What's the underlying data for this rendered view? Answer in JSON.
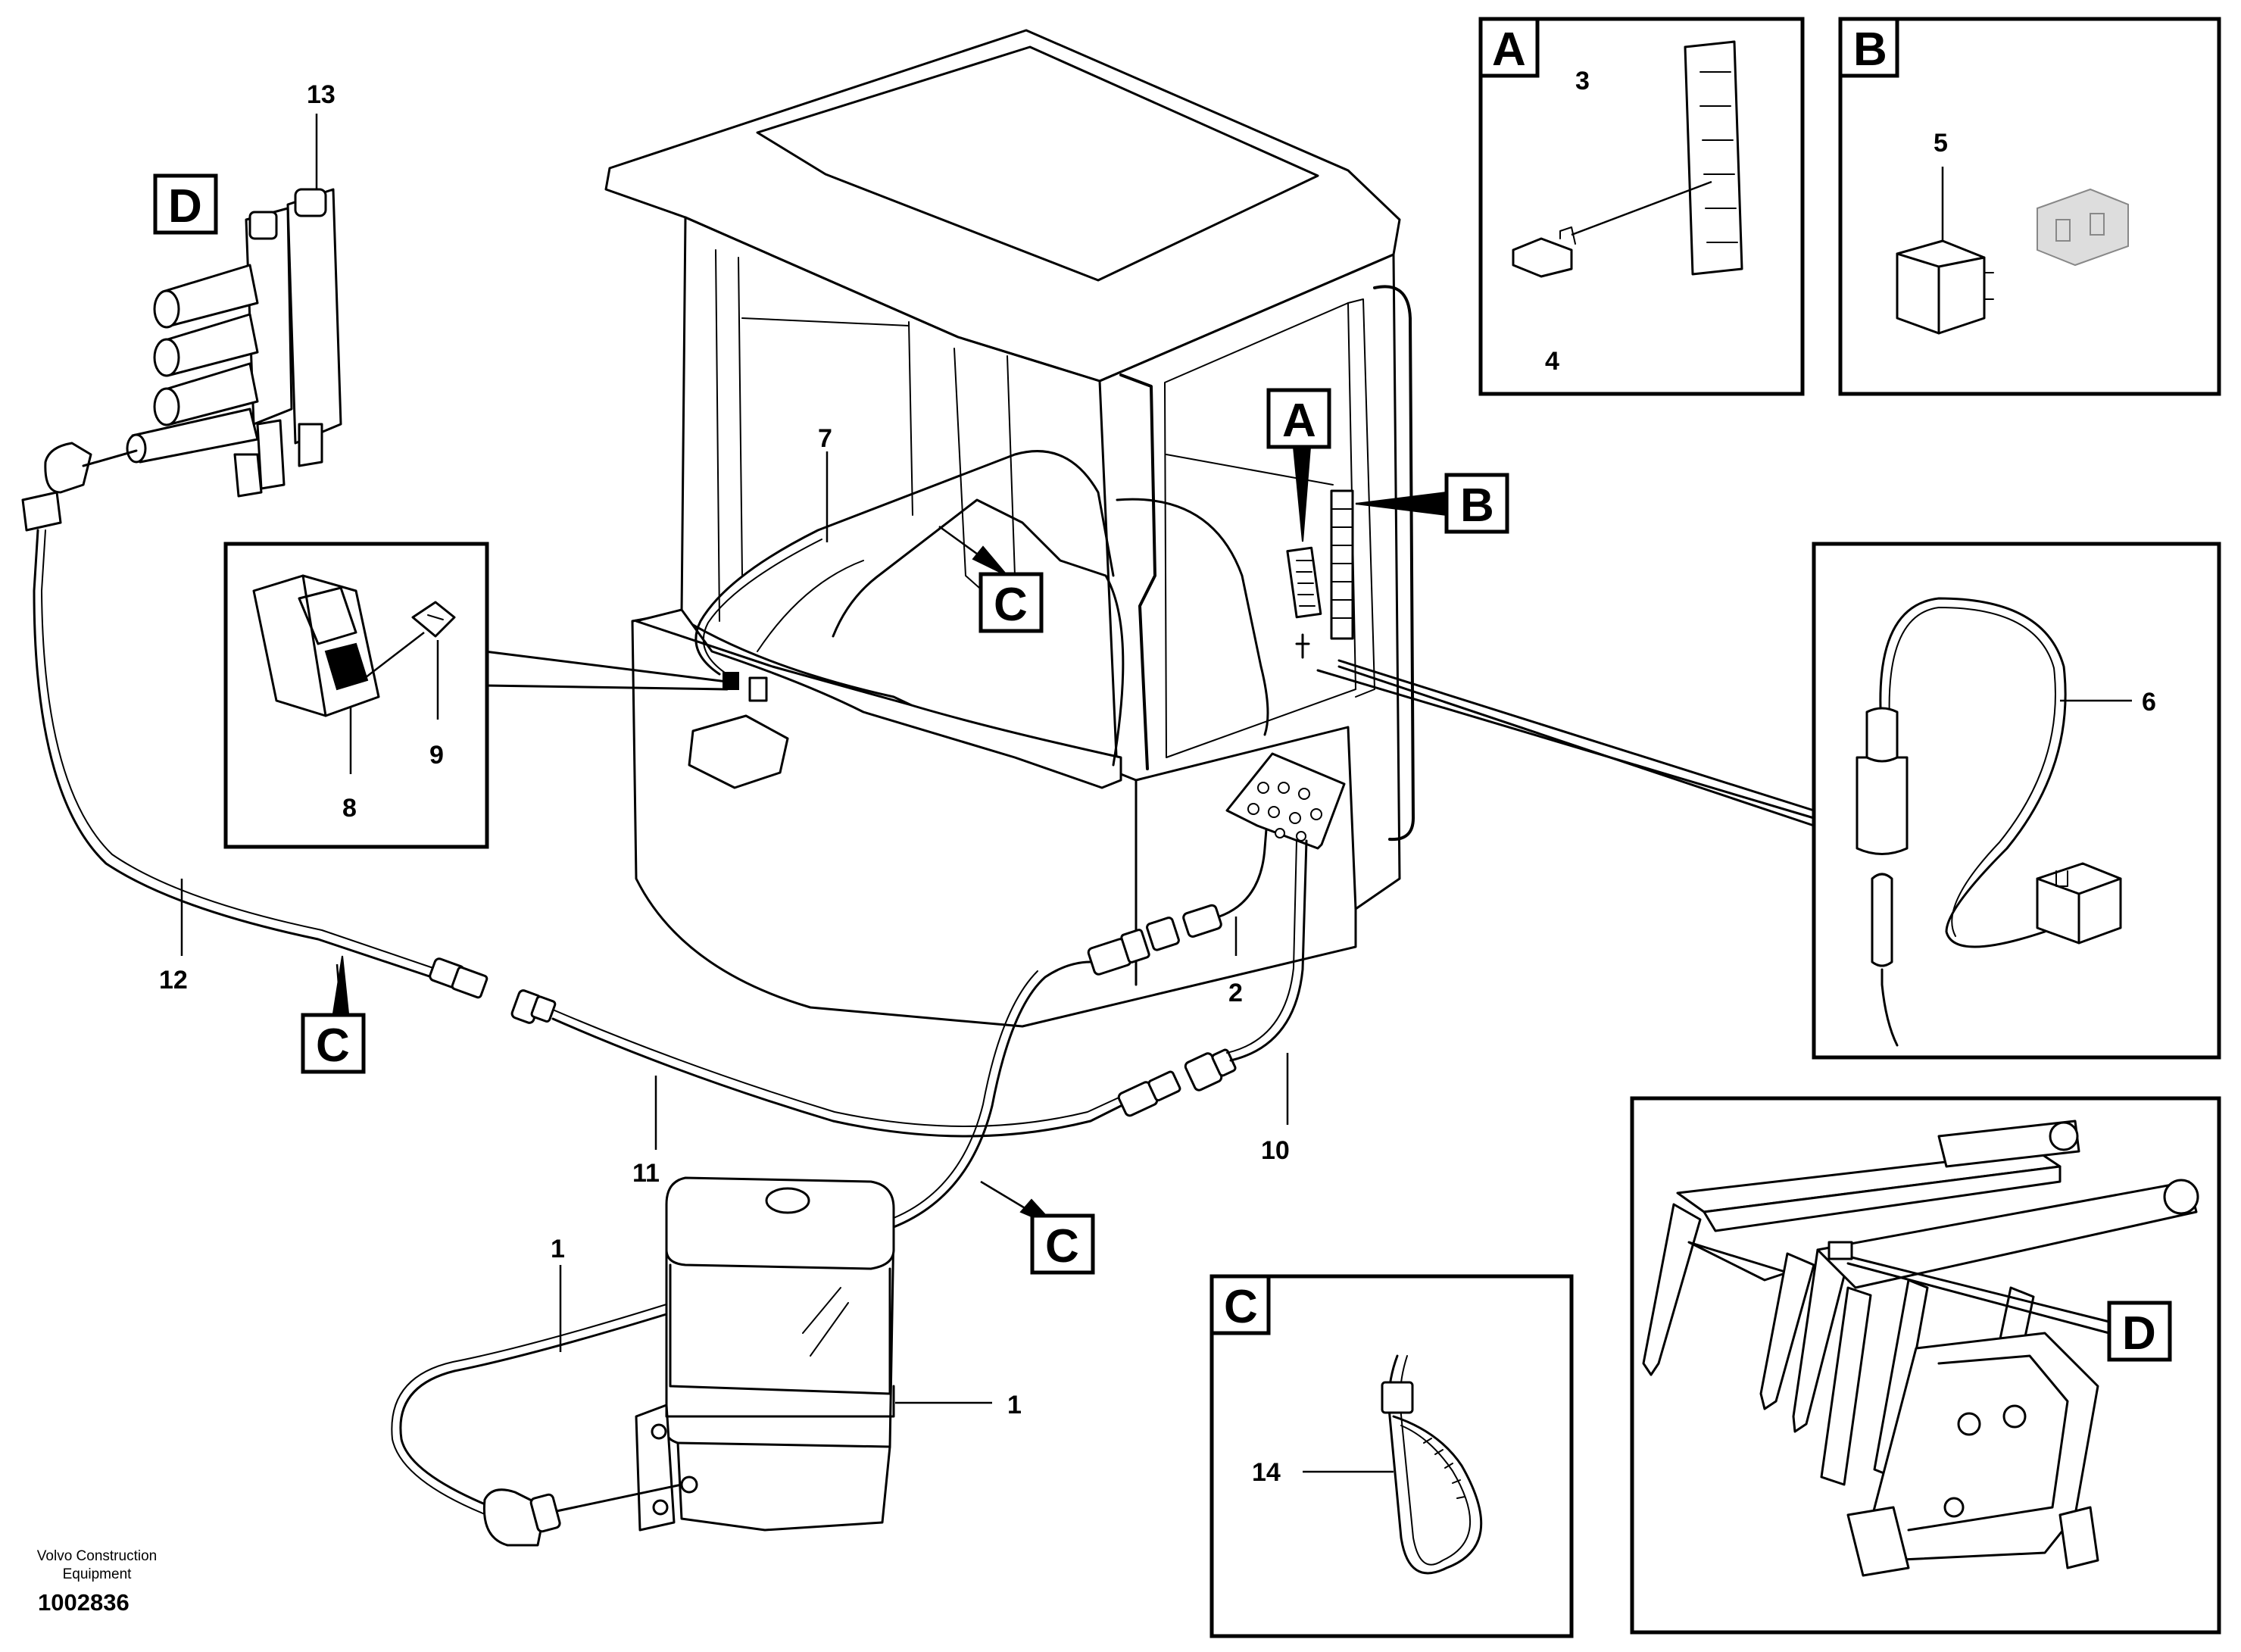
{
  "callouts": {
    "n1": "1",
    "n1b": "1",
    "n2": "2",
    "n3": "3",
    "n4": "4",
    "n5": "5",
    "n6": "6",
    "n7": "7",
    "n8": "8",
    "n9": "9",
    "n10": "10",
    "n11": "11",
    "n12": "12",
    "n13": "13",
    "n14": "14"
  },
  "box_letters": {
    "a": "A",
    "b": "B",
    "c": "C",
    "d": "D"
  },
  "footer": {
    "brand": "Volvo Construction Equipment",
    "drawing_number": "1002836"
  }
}
